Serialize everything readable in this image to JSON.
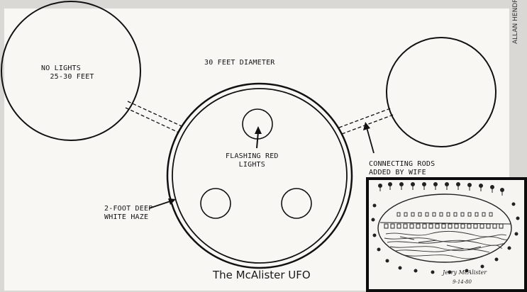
{
  "credit": "ALLAN HENDRY",
  "labels": {
    "no_lights": "NO LIGHTS\n  25-30 FEET",
    "diameter": "30 FEET DIAMETER",
    "flashing": "FLASHING RED\nLIGHTS",
    "connecting": "CONNECTING RODS\nADDED BY WIFE",
    "haze": "2-FOOT DEEP\nWHITE HAZE"
  },
  "caption": "The McAlister UFO",
  "inset": {
    "signature_name": "Jerry McAlister",
    "signature_date": "9-14-80"
  }
}
